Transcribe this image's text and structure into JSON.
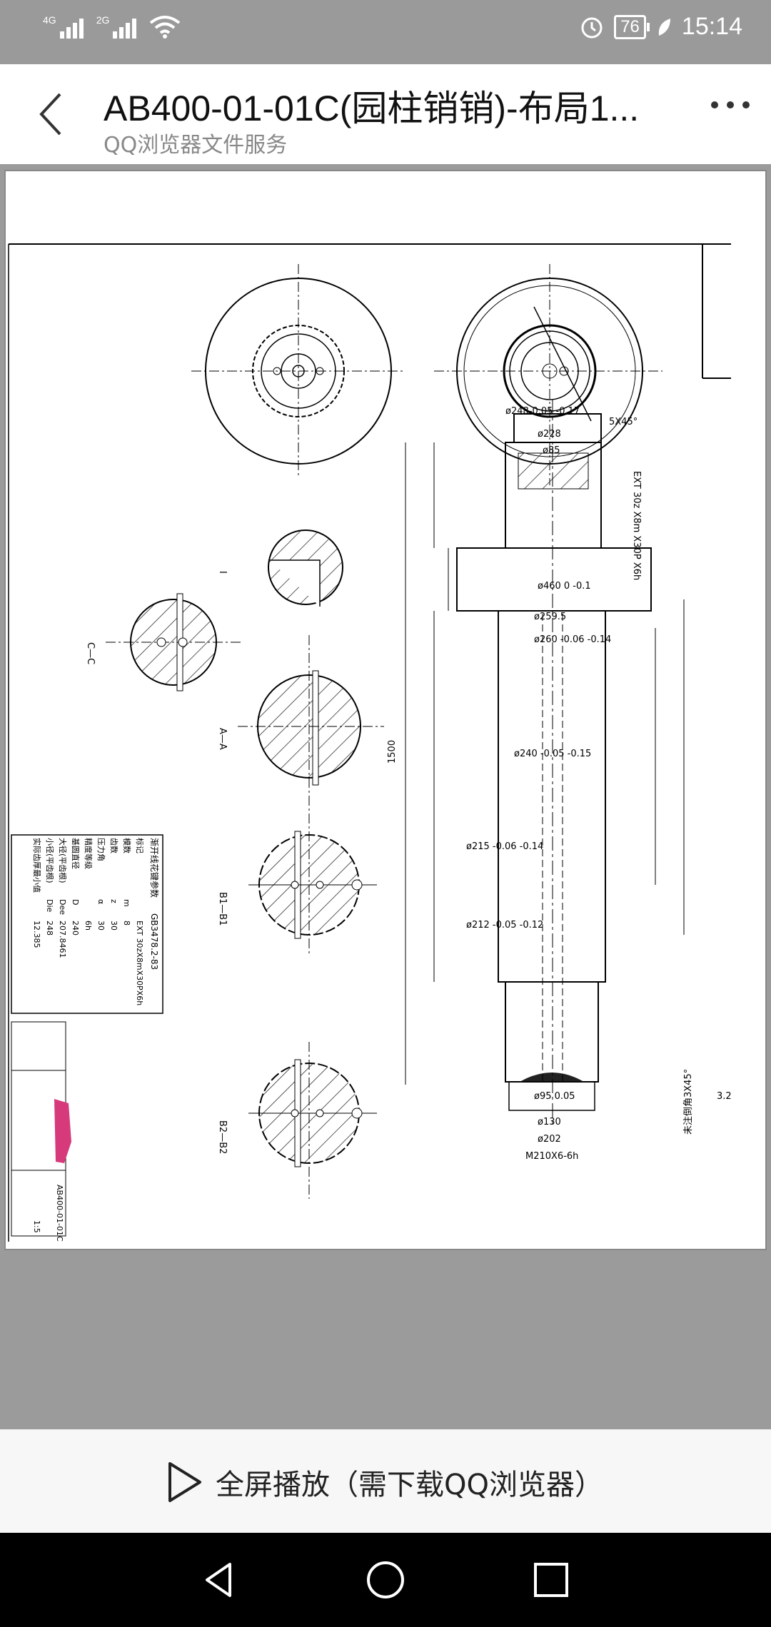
{
  "status": {
    "net1": "4G",
    "net2": "2G",
    "battery": "76",
    "time": "15:14"
  },
  "header": {
    "title": "AB400-01-01C(园柱销销)-布局1...",
    "subtitle": "QQ浏览器文件服务"
  },
  "icons": {
    "back": "back-arrow-icon",
    "more": "more-dots-icon",
    "play": "play-icon",
    "alarm": "alarm-icon",
    "wifi": "wifi-icon"
  },
  "drawing": {
    "dims_top": [
      "ø248-0.05 -0.17",
      "ø228",
      "ø85",
      "5X45°"
    ],
    "dim_460": "ø460 0 -0.1",
    "dim_259": "ø259.5",
    "dim_260": "ø260 -0.06 -0.14",
    "dim_240": "ø240 -0.05 -0.15",
    "dim_215": "ø215 -0.06 -0.14",
    "dim_212": "ø212 -0.05 -0.12",
    "dim_95": "ø95 0.05",
    "dim_130": "ø130",
    "dim_202": "ø202",
    "thread": "M210X6-6h",
    "length_total": "1500",
    "spline_spec": "EXT 30z X8m X30P X6h",
    "note": "未注倒角3X45°",
    "roughness": "3.2",
    "sections": [
      "A—A",
      "B1—B1",
      "B2—B2",
      "C—C",
      "I"
    ],
    "table_rows": [
      [
        "标记",
        "EXT 30zX8mX30PX6h"
      ],
      [
        "模数",
        "m",
        "8"
      ],
      [
        "齿数",
        "z",
        "30"
      ],
      [
        "压力角",
        "α",
        "30"
      ],
      [
        "精度等级",
        "",
        "6h"
      ],
      [
        "基圆直径",
        "D",
        "240"
      ],
      [
        "大径(平齿根)",
        "Dee",
        "207.8461"
      ],
      [
        "小径(平齿根)",
        "Die",
        "248"
      ],
      [
        "实际齿厚最小值",
        "",
        "12.385"
      ]
    ],
    "table_title": "渐开线花键参数",
    "std": "GB3478.2-83",
    "part_no": "AB400-01-01C",
    "scale": "1:5"
  },
  "bottom": {
    "play_label": "全屏播放（需下载QQ浏览器）"
  },
  "nav": {
    "back": "nav-back-icon",
    "home": "nav-home-icon",
    "recents": "nav-recents-icon"
  }
}
